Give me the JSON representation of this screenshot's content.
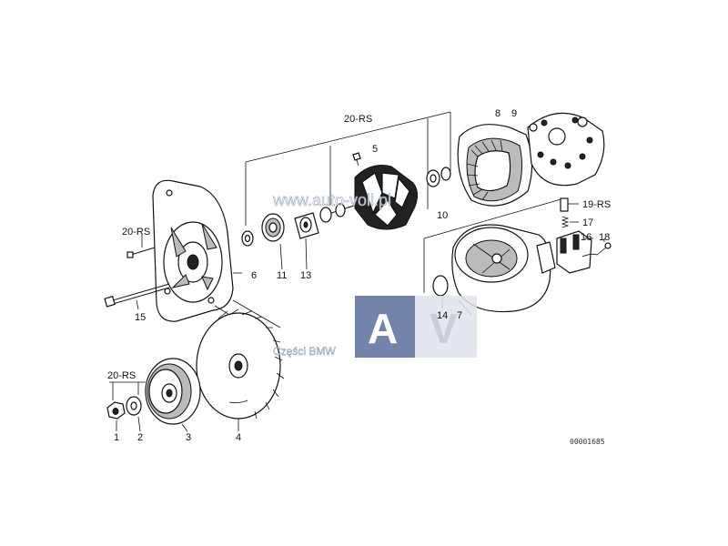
{
  "callouts": {
    "c1": "1",
    "c2": "2",
    "c3": "3",
    "c4": "4",
    "c5": "5",
    "c6": "6",
    "c7": "7",
    "c8": "8",
    "c9": "9",
    "c10": "10",
    "c11": "11",
    "c13": "13",
    "c14": "14",
    "c15": "15",
    "c16": "16",
    "c17": "17",
    "c18": "18",
    "c19rs": "19-RS",
    "c20rs_top": "20-RS",
    "c20rs_left": "20-RS",
    "c20rs_bottom": "20-RS"
  },
  "reference_code": "00001685",
  "watermark": {
    "url": "www.auto-voll.pl",
    "caption": "Części BMW",
    "logo_letter_a": "A",
    "logo_letter_v": "V",
    "logo_colors": {
      "blue": "#5a6f9c",
      "grey": "#c9cfd9",
      "light": "#dfe3ea"
    }
  }
}
